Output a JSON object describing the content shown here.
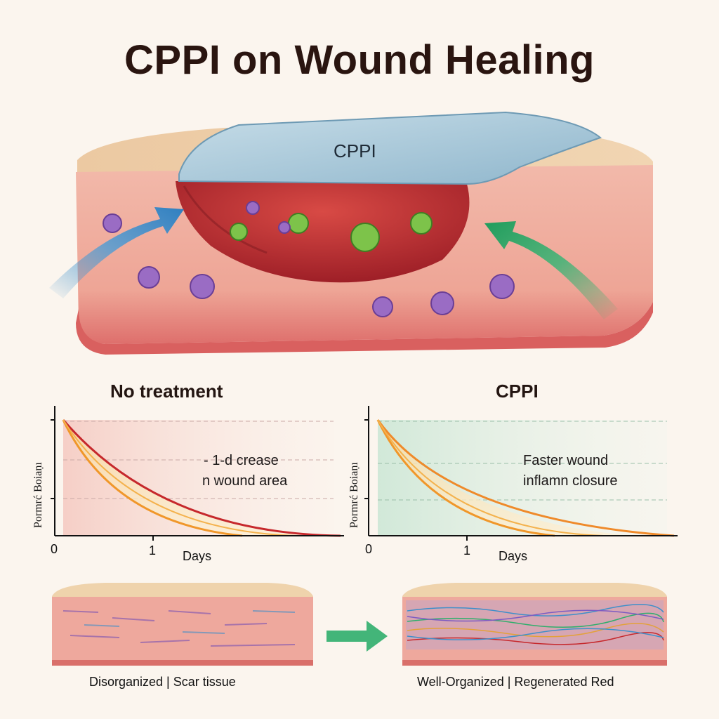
{
  "title": "CPPI on Wound Healing",
  "hero": {
    "cppi_label": "CPPI"
  },
  "charts": {
    "left": {
      "title": "No treatment",
      "y_axis_label": "Pormrć Boiaṇı",
      "x_ticks": [
        "0",
        "1"
      ],
      "x_label": "Days",
      "annotation_lines": [
        "- 1-d crease",
        "n wound area"
      ]
    },
    "right": {
      "title": "CPPI",
      "y_axis_label": "Pormrć Boiaṇı",
      "x_ticks": [
        "0",
        "1"
      ],
      "x_label": "Days",
      "annotation_lines": [
        "Faster wound",
        "inflamn closure"
      ]
    }
  },
  "tissue": {
    "left_caption": "Disorganized | Scar tissue",
    "right_caption": "Well-Organized | Regenerated Red"
  },
  "colors": {
    "background": "#fbf5ee",
    "skin_top": "#efcfa8",
    "skin_side": "#e8a39a",
    "wound": "#c2383a",
    "cppi_gel": "#a9c8d8",
    "arrow_blue": "#3f8fc9",
    "arrow_green": "#2fae6c",
    "curve_red": "#c6282c",
    "curve_orange": "#f0972a"
  }
}
